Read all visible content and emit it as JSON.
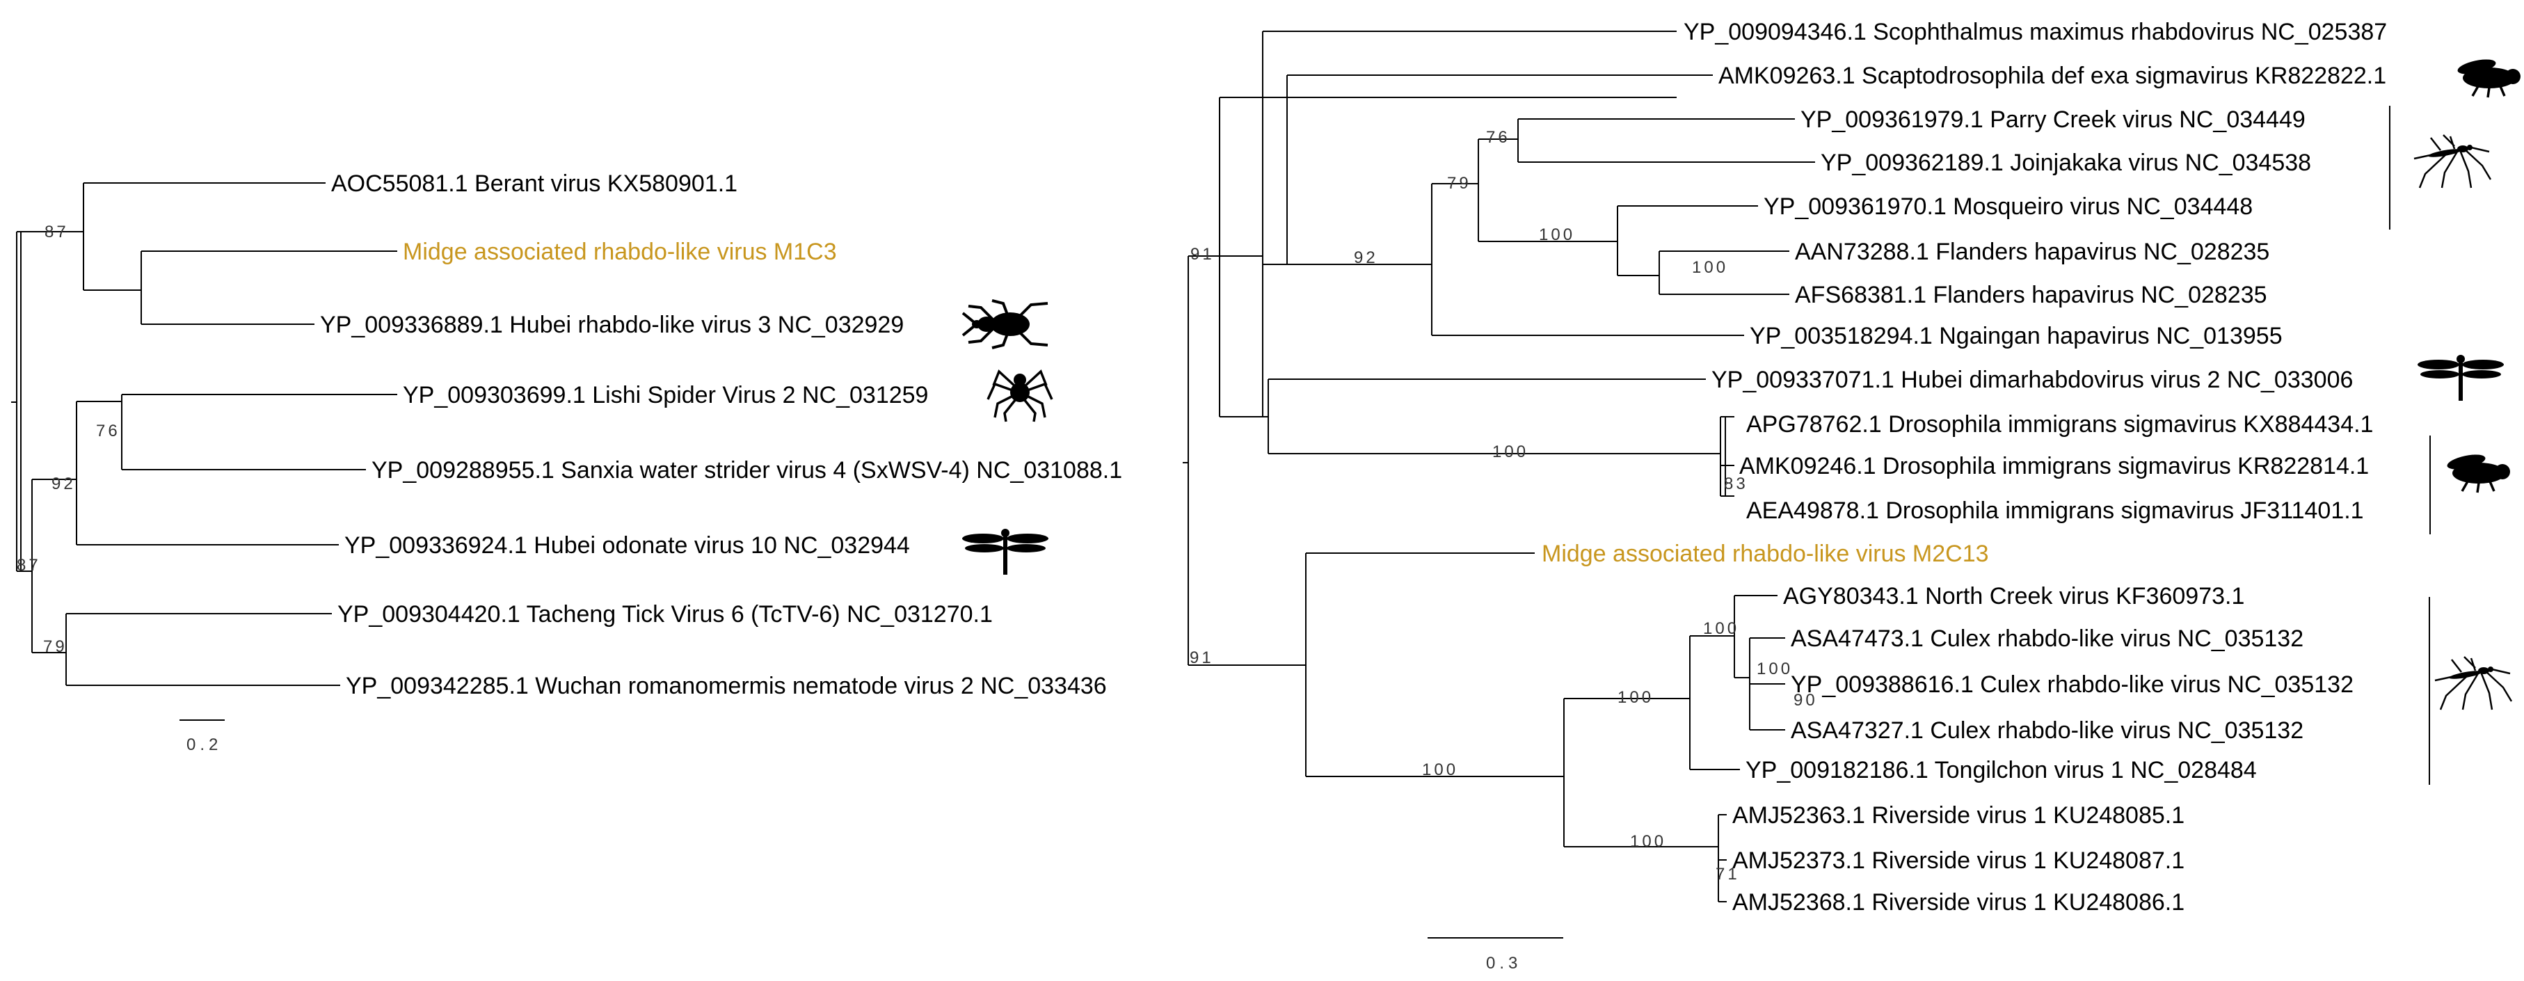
{
  "colors": {
    "highlight": "#c8961e",
    "branch": "#000000",
    "text": "#000000"
  },
  "left_tree": {
    "tips": [
      "AOC55081.1 Berant virus KX580901.1",
      "Midge associated rhabdo-like virus M1C3",
      "YP_009336889.1 Hubei rhabdo-like virus 3 NC_032929",
      "YP_009303699.1 Lishi Spider Virus 2 NC_031259",
      "YP_009288955.1 Sanxia water strider virus 4 (SxWSV-4) NC_031088.1",
      "YP_009336924.1 Hubei odonate virus 10 NC_032944",
      "YP_009304420.1 Tacheng Tick Virus 6 (TcTV-6) NC_031270.1",
      "YP_009342285.1 Wuchan romanomermis nematode virus 2 NC_033436"
    ],
    "supports": [
      "87",
      "76",
      "92",
      "87",
      "79"
    ],
    "scale": "0.2",
    "icons": [
      "beetle-icon",
      "spider-icon",
      "dragonfly-icon"
    ]
  },
  "right_tree": {
    "tips": [
      "YP_009094346.1 Scophthalmus maximus rhabdovirus NC_025387",
      "AMK09263.1 Scaptodrosophila def exa sigmavirus KR822822.1",
      "YP_009361979.1 Parry Creek virus NC_034449",
      "YP_009362189.1 Joinjakaka virus NC_034538",
      "YP_009361970.1 Mosqueiro virus NC_034448",
      "AAN73288.1 Flanders hapavirus NC_028235",
      "AFS68381.1 Flanders hapavirus NC_028235",
      "YP_003518294.1 Ngaingan hapavirus NC_013955",
      "YP_009337071.1 Hubei dimarhabdovirus virus 2 NC_033006",
      "APG78762.1 Drosophila immigrans sigmavirus KX884434.1",
      "AMK09246.1 Drosophila immigrans sigmavirus KR822814.1",
      "AEA49878.1 Drosophila immigrans sigmavirus JF311401.1",
      "Midge associated rhabdo-like virus M2C13",
      "AGY80343.1 North Creek virus KF360973.1",
      "ASA47473.1 Culex rhabdo-like virus NC_035132",
      "YP_009388616.1 Culex rhabdo-like virus NC_035132",
      "ASA47327.1 Culex rhabdo-like virus NC_035132",
      "YP_009182186.1 Tongilchon virus 1 NC_028484",
      "AMJ52363.1 Riverside virus 1 KU248085.1",
      "AMJ52373.1 Riverside virus 1 KU248087.1",
      "AMJ52368.1 Riverside virus 1 KU248086.1"
    ],
    "supports": [
      "76",
      "79",
      "92",
      "91",
      "100",
      "100",
      "100",
      "83",
      "91",
      "100",
      "100",
      "90",
      "100",
      "100",
      "71"
    ],
    "scale": "0.3",
    "icons": [
      "fly-icon",
      "mosquito-icon",
      "dragonfly-icon",
      "fly-icon",
      "mosquito-icon"
    ]
  }
}
